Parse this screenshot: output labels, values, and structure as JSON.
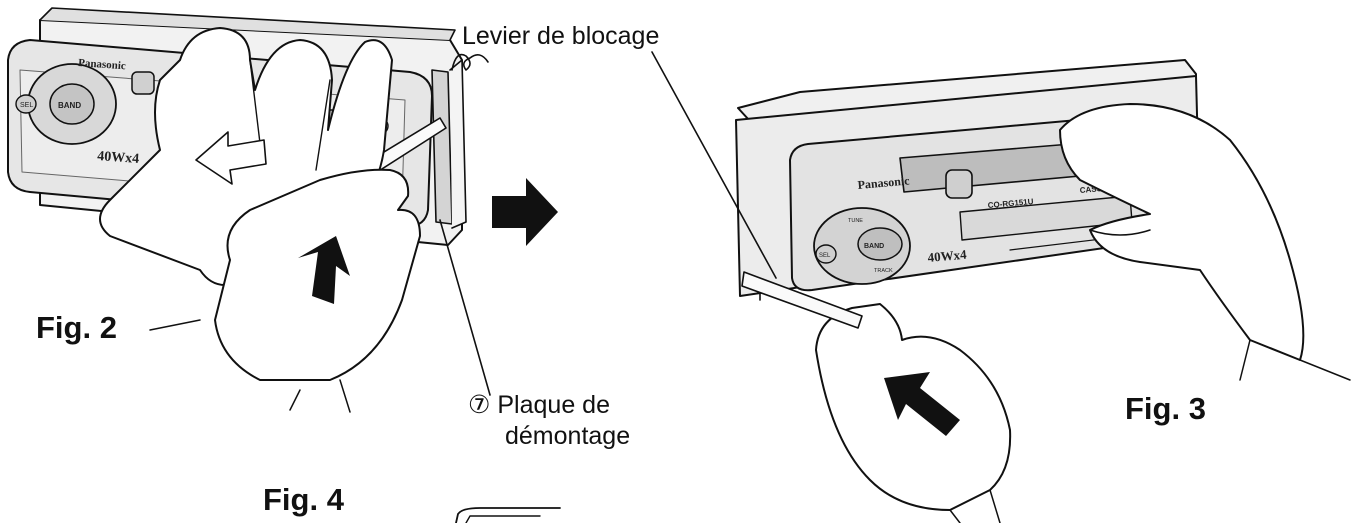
{
  "labels": {
    "levier_de_blocage": "Levier de blocage",
    "plaque_number": "⑦",
    "plaque_line1": "Plaque de",
    "plaque_line2": "démontage",
    "fig2": "Fig. 2",
    "fig3": "Fig. 3",
    "fig4": "Fig. 4"
  },
  "faceplate_printed_text": {
    "brand": "Panasonic",
    "model": "CQ-RG151U",
    "type": "CASSETTE RECEIVER",
    "power": "40Wx4",
    "btn_band": "BAND",
    "btn_sel": "SEL",
    "btn_tune": "TUNE",
    "btn_track": "TRACK"
  },
  "colors": {
    "ink": "#111111",
    "paper": "#ffffff",
    "face": "#e8e8e8",
    "face_dark": "#bdbdbd",
    "hand": "#ffffff"
  }
}
